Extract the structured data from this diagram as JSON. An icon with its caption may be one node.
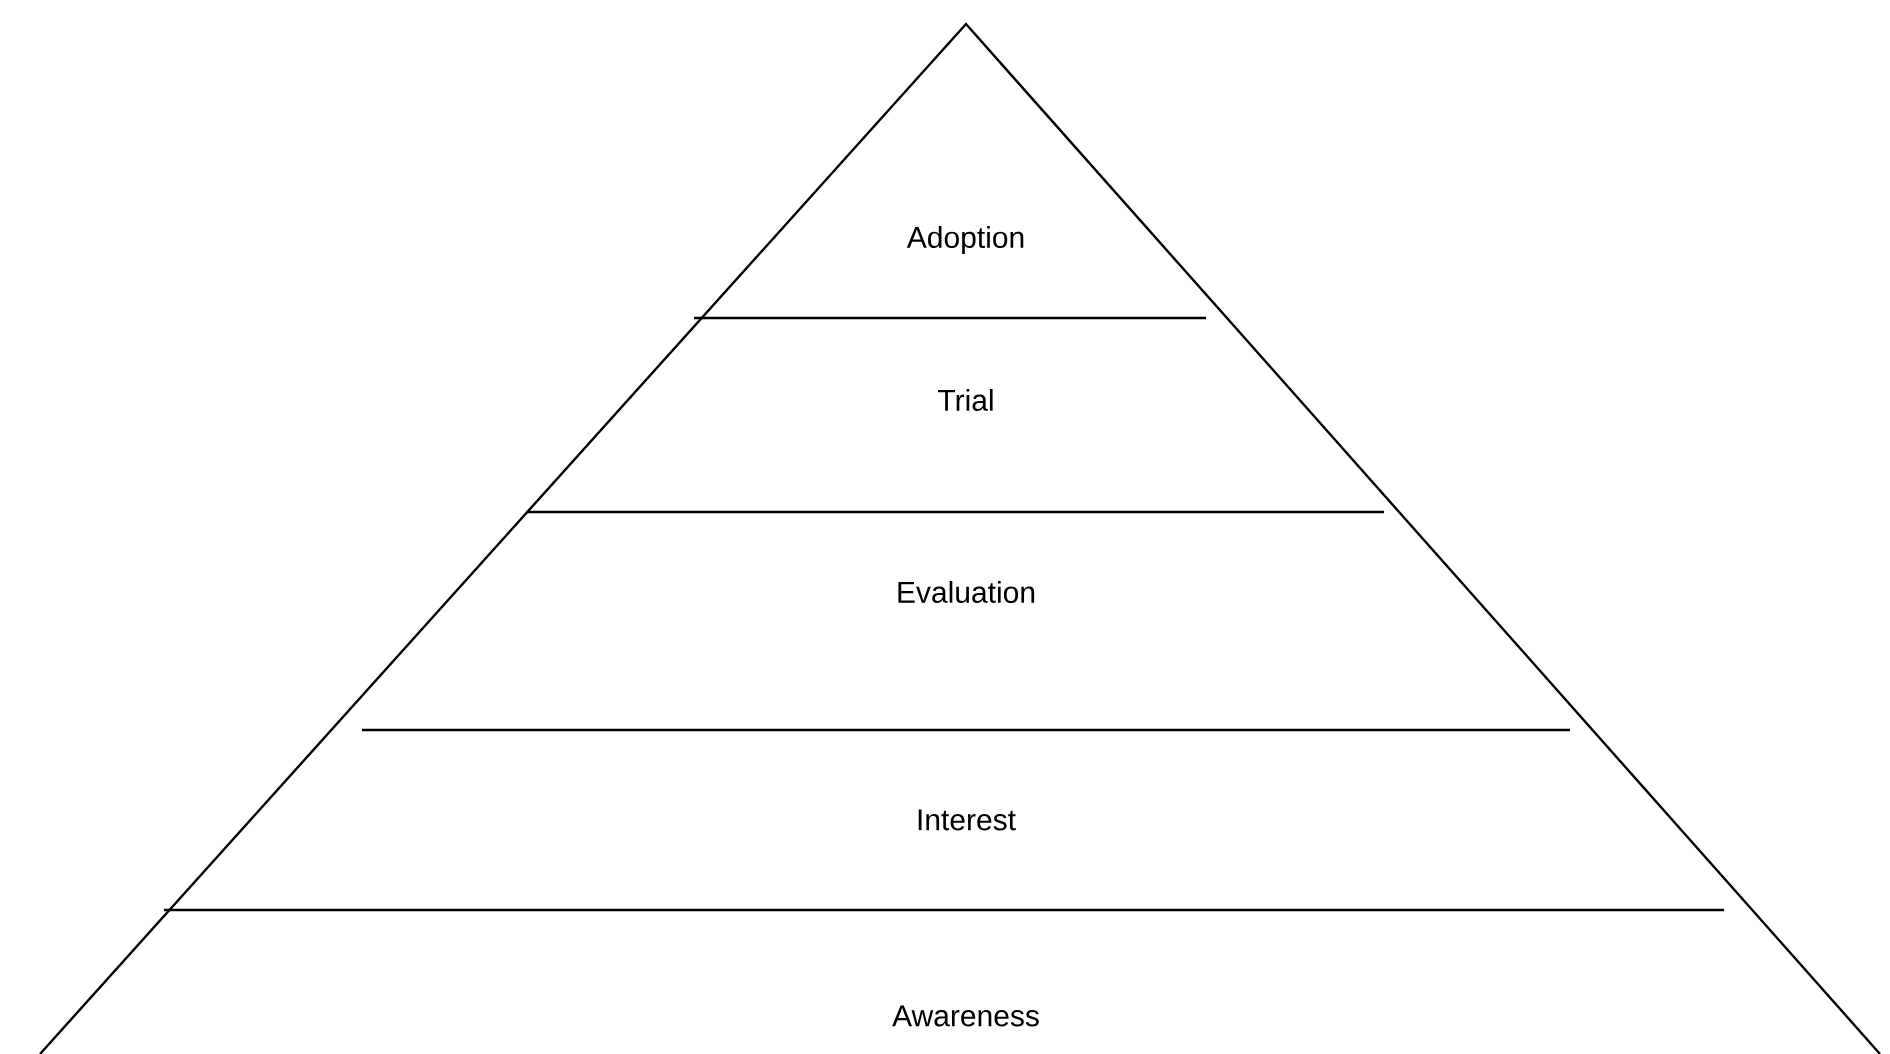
{
  "diagram": {
    "nodes": [
      {
        "text": [
          "Adoption"
        ]
      },
      {
        "text": [
          "Trial"
        ]
      },
      {
        "text": [
          "Evaluation"
        ]
      },
      {
        "text": [
          "Interest"
        ]
      },
      {
        "text": [
          "Awareness"
        ]
      }
    ]
  }
}
